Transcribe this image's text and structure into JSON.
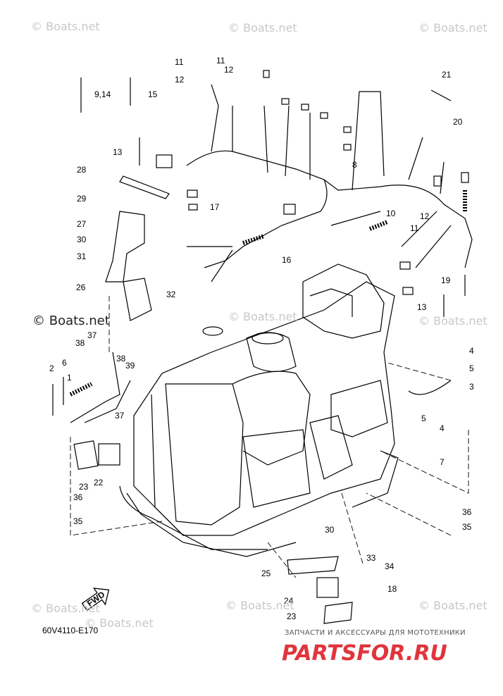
{
  "watermarks": [
    {
      "text": "© Boats.net",
      "big": false
    },
    {
      "text": "© Boats.net",
      "big": false
    },
    {
      "text": "© Boats.net",
      "big": false
    },
    {
      "text": "© Boats.net",
      "big": true
    },
    {
      "text": "© Boats.net",
      "big": false
    },
    {
      "text": "© Boats.net",
      "big": false
    },
    {
      "text": "© Boats.net",
      "big": false
    },
    {
      "text": "© Boats.net",
      "big": false
    },
    {
      "text": "© Boats.net",
      "big": false
    },
    {
      "text": "© Boats.net",
      "big": false
    }
  ],
  "callouts": [
    "11",
    "11",
    "12",
    "12",
    "9,14",
    "15",
    "21",
    "13",
    "20",
    "28",
    "8",
    "29",
    "17",
    "10",
    "12",
    "11",
    "27",
    "30",
    "31",
    "16",
    "26",
    "32",
    "19",
    "13",
    "4",
    "5",
    "37",
    "38",
    "2",
    "6",
    "1",
    "38",
    "39",
    "3",
    "37",
    "5",
    "4",
    "7",
    "23",
    "22",
    "36",
    "35",
    "36",
    "35",
    "30",
    "33",
    "34",
    "25",
    "18",
    "24",
    "23",
    "FWD"
  ],
  "diagram_code": "60V4110-E170",
  "brand": {
    "tagline": "ЗАПЧАСТИ И АКСЕССУАРЫ ДЛЯ МОТОТЕХНИКИ",
    "logo_text": "PARTSFOR.RU",
    "logo_color": "#e0353c"
  },
  "colors": {
    "line": "#000000",
    "watermark": "#c8c8c8"
  }
}
